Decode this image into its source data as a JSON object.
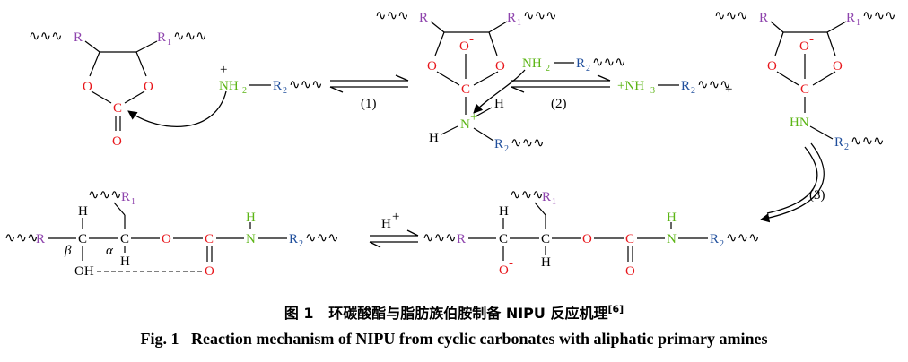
{
  "colors": {
    "R": "#8e44ad",
    "R1": "#8e44ad",
    "R2": "#1f4e9c",
    "oxygen": "#e8161b",
    "amine": "#5cb516",
    "carbon": "#e8161b",
    "ink": "#000000"
  },
  "atoms": {
    "R": "R",
    "R1": "R",
    "R1_sub": "1",
    "R2": "R",
    "R2_sub": "2",
    "O": "O",
    "C": "C",
    "O_minus": "O",
    "minus": "-",
    "NH2": "NH",
    "NH2_sub": "2",
    "plus_NH3": "+NH",
    "NH3_sub": "3",
    "N_plus": "N",
    "plus": "+",
    "H": "H",
    "HN": "HN",
    "N": "N",
    "OH": "OH",
    "alpha": "α",
    "beta": "β",
    "wavy": "∿∿∿"
  },
  "reaction": {
    "plus_sign": "+",
    "step1": "(1)",
    "step2": "(2)",
    "step3": "(3)",
    "h_plus": "H",
    "h_plus_sup": "+"
  },
  "caption": {
    "cn_label": "图 1",
    "cn_text": "环碳酸酯与脂肪族伯胺制备 NIPU 反应机理",
    "cn_ref": "[6]",
    "en_label": "Fig. 1",
    "en_text": "Reaction mechanism of NIPU from cyclic carbonates with aliphatic primary amines"
  }
}
